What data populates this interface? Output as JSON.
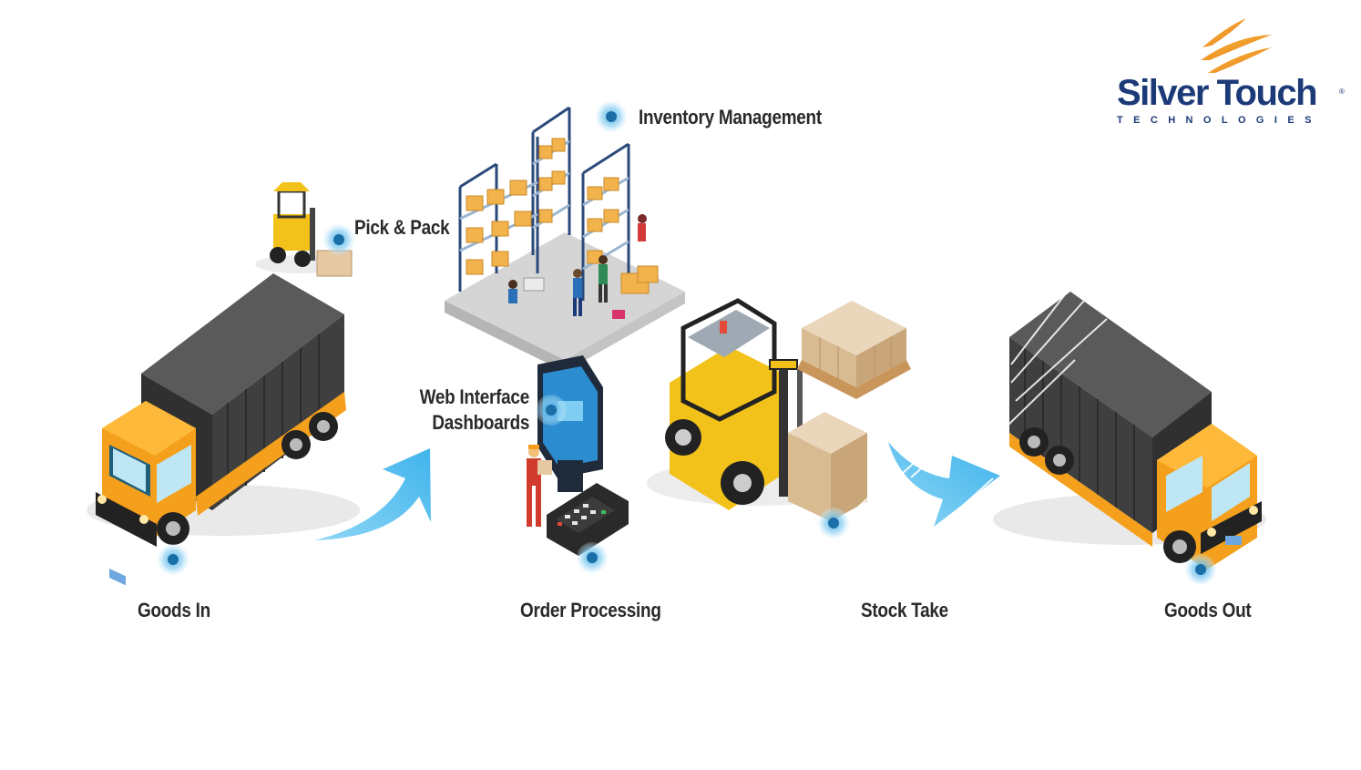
{
  "brand": {
    "name": "Silver Touch",
    "subtitle": "TECHNOLOGIES",
    "registered": "®"
  },
  "stages": {
    "goods_in": "Goods In",
    "order_processing": "Order Processing",
    "stock_take": "Stock Take",
    "goods_out": "Goods Out"
  },
  "features": {
    "inventory": "Inventory Management",
    "pick_pack": "Pick & Pack",
    "web_interface_line1": "Web Interface",
    "web_interface_line2": "Dashboards"
  },
  "colors": {
    "truck_orange": "#f4a01c",
    "container_gray": "#3f3f3f",
    "marker_blue": "#3fa9e0",
    "arrow_blue": "#5cc4f0",
    "brand_navy": "#1d3a78",
    "brand_flame": "#f39a1e"
  }
}
